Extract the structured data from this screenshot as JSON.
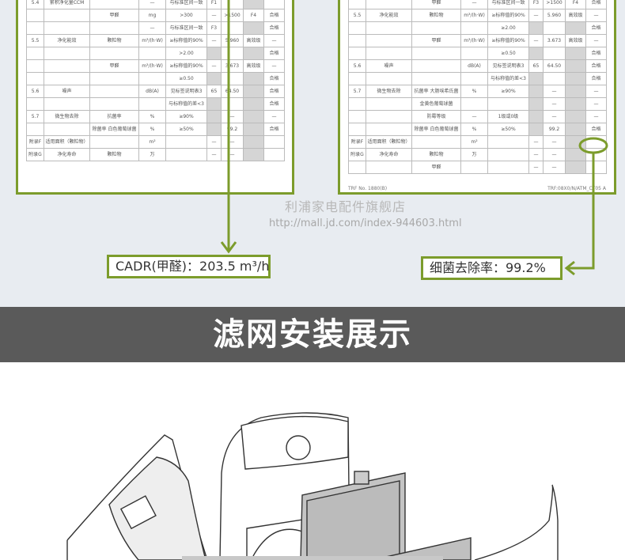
{
  "watermark": {
    "store": "利浦家电配件旗舰店",
    "url": "http://mall.jd.com/index-944603.html"
  },
  "left_table": {
    "rows": [
      [
        "5.4",
        "累积净化量CCM",
        "",
        "—",
        "与标准区间一致",
        "F1",
        "",
        "",
        ""
      ],
      [
        "",
        "",
        "甲醛",
        "mg",
        ">300",
        "—",
        ">1500",
        "F4",
        "合格"
      ],
      [
        "",
        "",
        "",
        "—",
        "与标准区间一致",
        "F3",
        "",
        "",
        "合格"
      ],
      [
        "5.5",
        "净化能效",
        "颗粒物",
        "m³/(h·W)",
        "≥标称值的90%",
        "—",
        "5.960",
        "高效级",
        "—"
      ],
      [
        "",
        "",
        "",
        "",
        ">2.00",
        "",
        "",
        "",
        "合格"
      ],
      [
        "",
        "",
        "甲醛",
        "m³/(h·W)",
        "≥标称值的90%",
        "—",
        "3.673",
        "高效级",
        "—"
      ],
      [
        "",
        "",
        "",
        "",
        "≥0.50",
        "",
        "",
        "",
        "合格"
      ],
      [
        "5.6",
        "噪声",
        "",
        "dB(A)",
        "见标签说明表3",
        "65",
        "64.50",
        "",
        "合格"
      ],
      [
        "",
        "",
        "",
        "",
        "与标称值的差<3",
        "",
        "",
        "",
        "合格"
      ],
      [
        "5.7",
        "微生物去除",
        "抗菌率",
        "%",
        "≥90%",
        "",
        "—",
        "",
        "—"
      ],
      [
        "",
        "",
        "除菌率 白色葡萄球菌",
        "%",
        "≥50%",
        "",
        "99.2",
        "",
        "合格"
      ],
      [
        "附录F",
        "适用面积（颗粒物）",
        "",
        "m²",
        "",
        "—",
        "—",
        "",
        ""
      ],
      [
        "附录G",
        "净化寿命",
        "颗粒物",
        "万",
        "",
        "—",
        "—",
        "",
        ""
      ]
    ]
  },
  "right_table": {
    "rows": [
      [
        "",
        "",
        "甲醛",
        "—",
        "与标准区间一致",
        "F3",
        ">1500",
        "F4",
        "合格"
      ],
      [
        "5.5",
        "净化能效",
        "颗粒物",
        "m³/(h·W)",
        "≥标称值的90%",
        "—",
        "5.960",
        "高效级",
        "—"
      ],
      [
        "",
        "",
        "",
        "",
        "≥2.00",
        "",
        "",
        "",
        "合格"
      ],
      [
        "",
        "",
        "甲醛",
        "m³/(h·W)",
        "≥标称值的90%",
        "—",
        "3.673",
        "高效级",
        "—"
      ],
      [
        "",
        "",
        "",
        "",
        "≥0.50",
        "",
        "",
        "",
        "合格"
      ],
      [
        "5.6",
        "噪声",
        "",
        "dB(A)",
        "见标签说明表3",
        "65",
        "64.50",
        "",
        "合格"
      ],
      [
        "",
        "",
        "",
        "",
        "与标称值的差<3",
        "",
        "",
        "",
        "合格"
      ],
      [
        "5.7",
        "微生物去除",
        "抗菌率 大肠埃希氏菌",
        "%",
        "≥90%",
        "",
        "—",
        "",
        "—"
      ],
      [
        "",
        "",
        "金黄色葡萄球菌",
        "",
        "",
        "",
        "—",
        "",
        "—"
      ],
      [
        "",
        "",
        "防霉等级",
        "—",
        "1级或0级",
        "",
        "—",
        "",
        "—"
      ],
      [
        "",
        "",
        "除菌率 白色葡萄球菌",
        "%",
        "≥50%",
        "",
        "99.2",
        "",
        "合格"
      ],
      [
        "附录F",
        "适用面积（颗粒物）",
        "",
        "m²",
        "",
        "—",
        "—",
        "",
        ""
      ],
      [
        "附录G",
        "净化寿命",
        "颗粒物",
        "万",
        "",
        "—",
        "—",
        "",
        ""
      ],
      [
        "",
        "",
        "甲醛",
        "",
        "",
        "—",
        "—",
        "",
        ""
      ]
    ],
    "footer_left": "TRF No. 1880(B)",
    "footer_right": "TRF:08X0/N/ATM_CT05 A"
  },
  "callouts": {
    "cadr": "CADR(甲醛)：203.5 m³/h",
    "bacteria": "细菌去除率：99.2%"
  },
  "section_title": "滤网安装展示",
  "colors": {
    "accent": "#7c9c2c",
    "band": "#5a5a5a"
  }
}
